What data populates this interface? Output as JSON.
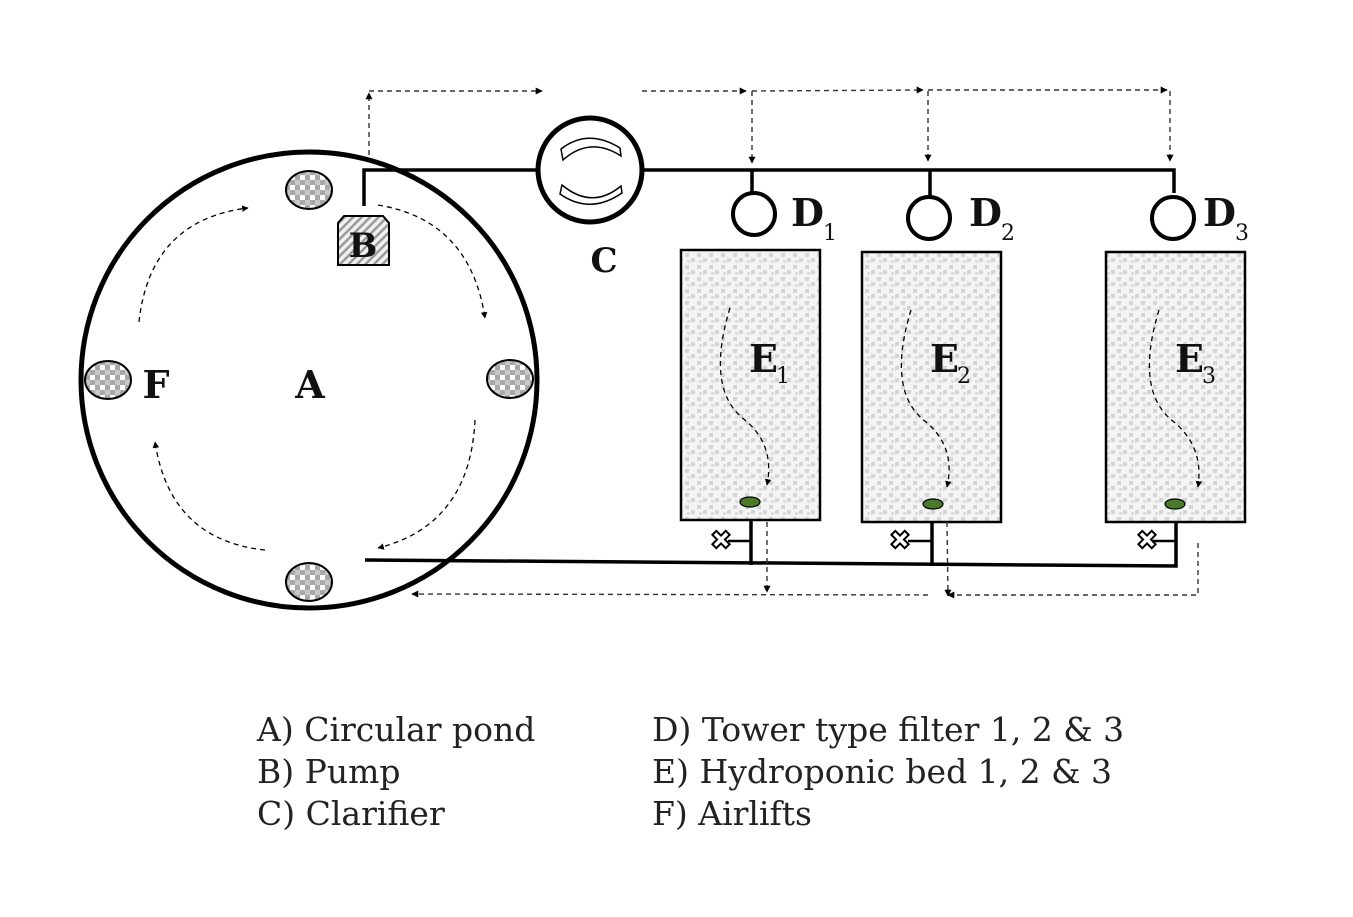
{
  "diagram": {
    "labels": {
      "pond": "A",
      "pump": "B",
      "clarifier": "C",
      "airlift": "F",
      "filter_letter": "D",
      "bed_letter": "E",
      "filter_subs": [
        "1",
        "2",
        "3"
      ],
      "bed_subs": [
        "1",
        "2",
        "3"
      ]
    },
    "colors": {
      "line": "#000000",
      "texture_gray": "#a8a8a8",
      "bed_texture": "#d8d8d8",
      "drain_green": "#4a7a2a"
    }
  },
  "legend": {
    "left": [
      "A) Circular pond",
      "B) Pump",
      "C) Clarifier"
    ],
    "right": [
      "D) Tower type filter 1, 2 & 3",
      "E) Hydroponic bed 1, 2 & 3",
      "F) Airlifts"
    ]
  }
}
